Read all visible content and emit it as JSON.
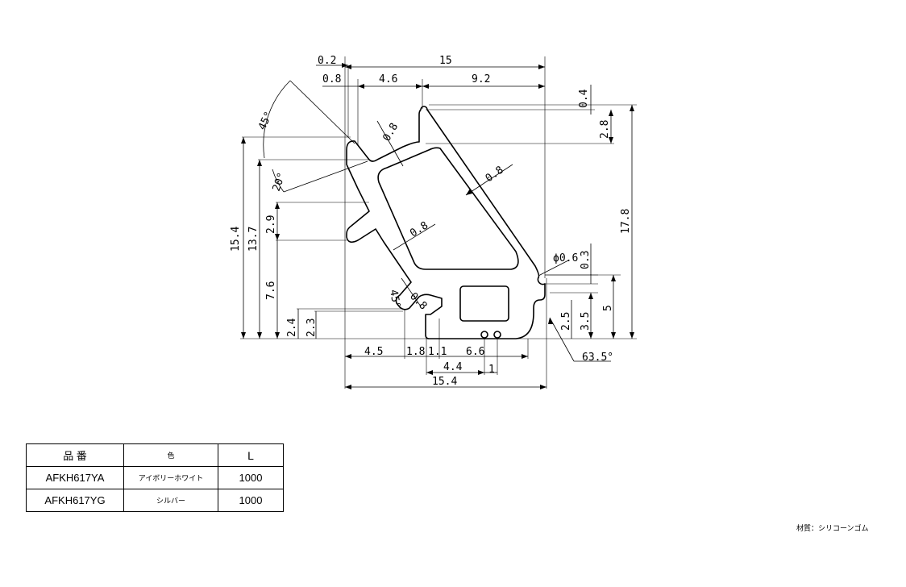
{
  "dimensions": {
    "top_0_2": "0.2",
    "top_15": "15",
    "top_0_8": "0.8",
    "top_4_6": "4.6",
    "top_9_2": "9.2",
    "right_0_4": "0.4",
    "right_2_8": "2.8",
    "right_17_8": "17.8",
    "angle_45_top": "45°",
    "angle_20": "20°",
    "wall_0_8_a": "0.8",
    "wall_0_8_b": "0.8",
    "wall_0_8_c": "0.8",
    "left_15_4": "15.4",
    "left_13_7": "13.7",
    "left_2_9": "2.9",
    "left_7_6": "7.6",
    "left_2_4": "2.4",
    "left_2_3": "2.3",
    "angle_45_bottom": "45°",
    "bottom_r_0_8": "0.8",
    "phi_0_6": "ϕ0.6",
    "right_0_3": "0.3",
    "right_5": "5",
    "right_3_5": "3.5",
    "right_2_5": "2.5",
    "angle_63_5": "63.5°",
    "bottom_4_5": "4.5",
    "bottom_1_8": "1.8",
    "bottom_1_1": "1.1",
    "bottom_6_6": "6.6",
    "bottom_4_4": "4.4",
    "bottom_1": "1",
    "bottom_15_4": "15.4"
  },
  "table": {
    "headers": {
      "part_no": "品 番",
      "color": "色",
      "length": "L"
    },
    "rows": [
      {
        "part_no": "AFKH617YA",
        "color": "アイボリーホワイト",
        "length": "1000"
      },
      {
        "part_no": "AFKH617YG",
        "color": "シルバー",
        "length": "1000"
      }
    ]
  },
  "material": "材質：シリコーンゴム"
}
